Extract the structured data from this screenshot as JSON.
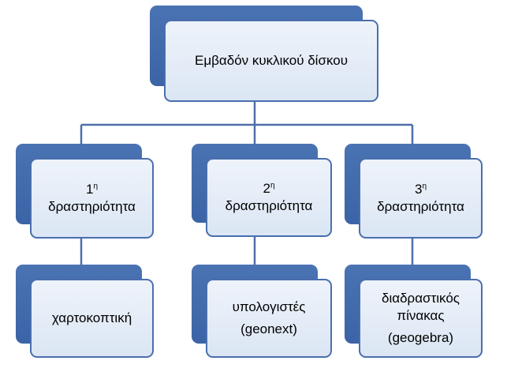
{
  "colors": {
    "front_fill": "#dbe6f4",
    "front_border": "#4a6fae",
    "back_fill": "#4a73b3",
    "connector": "#4f6fa8"
  },
  "root": {
    "label": "Εμβαδόν κυκλικού δίσκου"
  },
  "activities": [
    {
      "number": "1",
      "superscript": "η",
      "label": "δραστηριότητα"
    },
    {
      "number": "2",
      "superscript": "η",
      "label": "δραστηριότητα"
    },
    {
      "number": "3",
      "superscript": "η",
      "label": "δραστηριότητα"
    }
  ],
  "tools": [
    {
      "line1": "χαρτοκοπτική",
      "line2": "",
      "line3": ""
    },
    {
      "line1": "υπολογιστές",
      "line2": "(geonext)",
      "line3": ""
    },
    {
      "line1": "διαδραστικός",
      "line2": "πίνακας",
      "line3": "(geogebra)"
    }
  ]
}
